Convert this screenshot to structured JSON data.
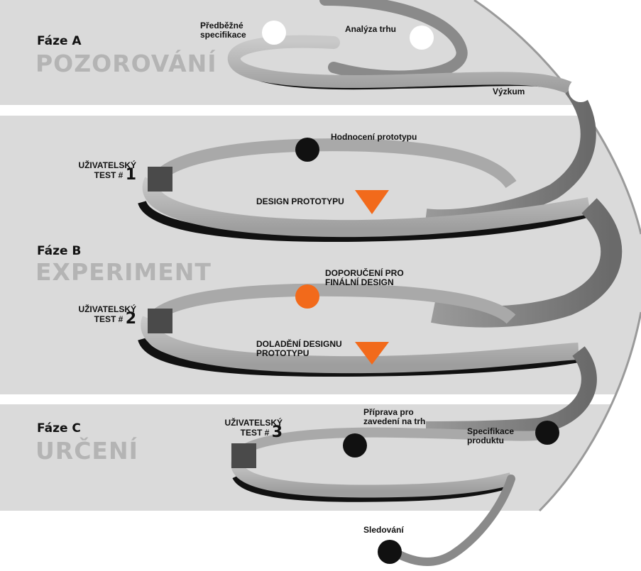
{
  "phases": [
    {
      "label": "Fáze A",
      "name": "POZOROVÁNÍ"
    },
    {
      "label": "Fáze B",
      "name": "EXPERIMENT"
    },
    {
      "label": "Fáze C",
      "name": "URČENÍ"
    }
  ],
  "milestones": {
    "predbezne": "Předběžné specifikace",
    "analyza": "Analýza trhu",
    "vyzkum": "Výzkum",
    "hodnoceni": "Hodnocení prototypu",
    "design": "DESIGN PROTOTYPU",
    "doporuceni": "DOPORUČENÍ PRO FINÁLNÍ DESIGN",
    "doladeni": "DOLADĚNÍ DESIGNU PROTOTYPU",
    "priprava": "Příprava pro zavedení na trh",
    "specifikace": "Specifikace produktu",
    "sledovani": "Sledování"
  },
  "tests": [
    {
      "line1": "UŽIVATELSKÝ",
      "prefix": "TEST #",
      "num": "1"
    },
    {
      "line1": "UŽIVATELSKÝ",
      "prefix": "TEST #",
      "num": "2"
    },
    {
      "line1": "UŽIVATELSKÝ",
      "prefix": "TEST #",
      "num": "3"
    }
  ],
  "colors": {
    "band": "#dadada",
    "spiral_light": "#b2b2b2",
    "spiral_dark": "#7c7c7c",
    "spiral_shadow": "#111111",
    "accent_orange": "#f26a1b",
    "square": "#4a4a4a"
  }
}
